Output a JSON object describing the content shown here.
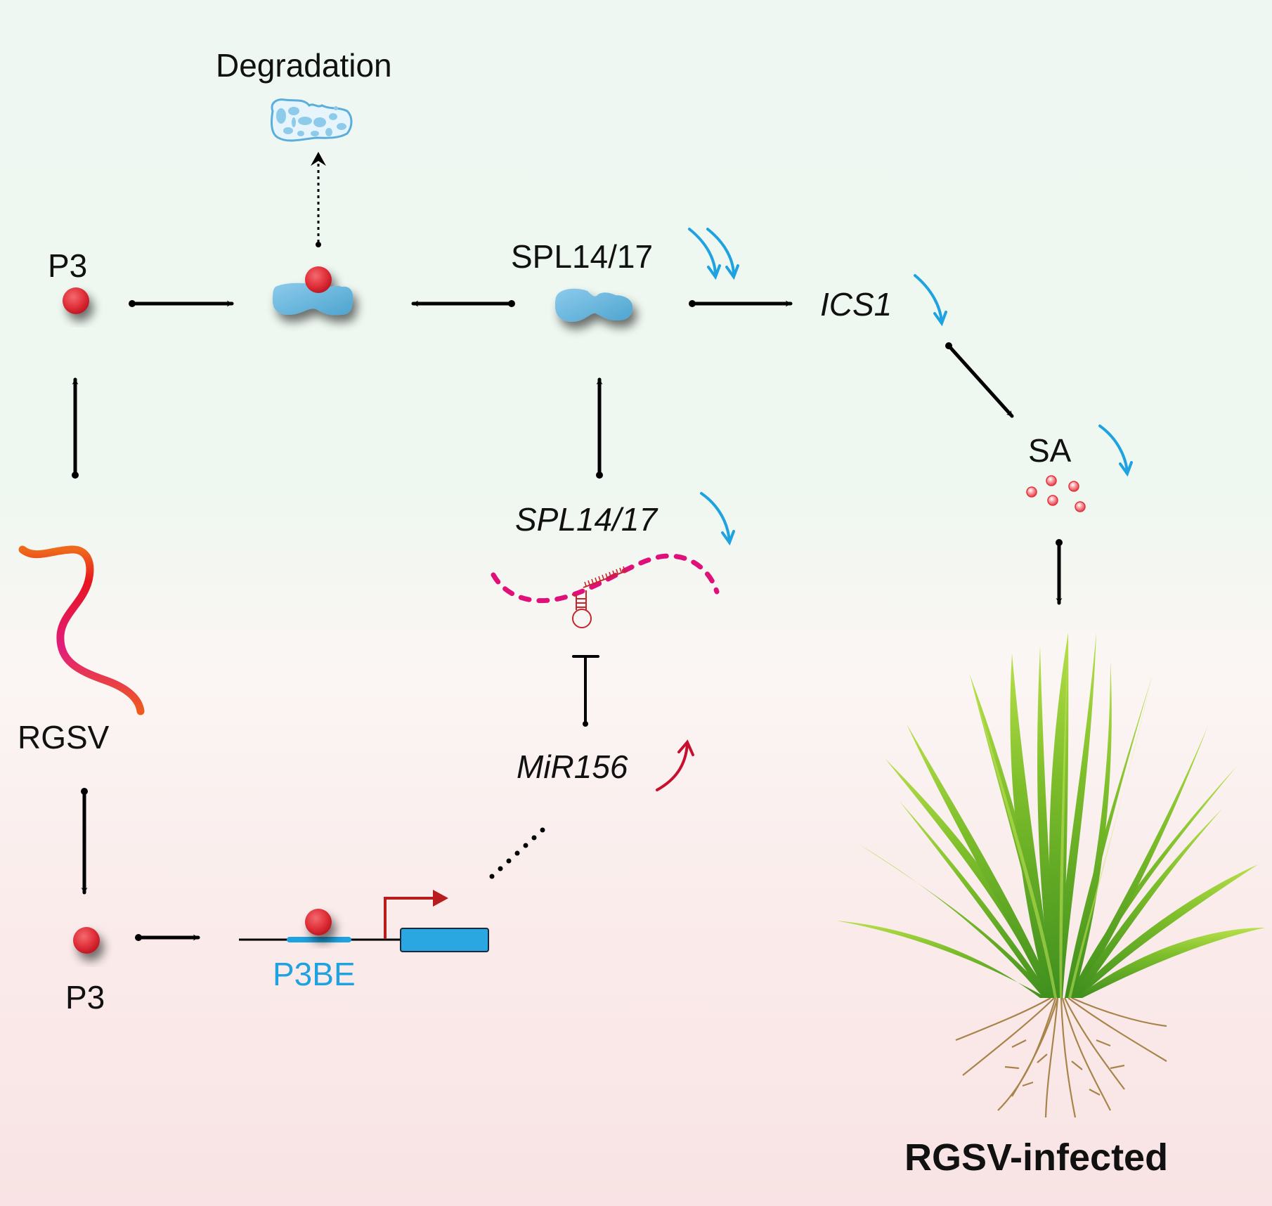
{
  "diagram": {
    "title_bottom": "RGSV-infected",
    "labels": {
      "degradation": "Degradation",
      "p3_top": "P3",
      "p3_bottom": "P3",
      "spl_protein": "SPL14/17",
      "spl_gene": "SPL14/17",
      "ics1": "ICS1",
      "sa": "SA",
      "rgsv": "RGSV",
      "mir156": "MiR156",
      "p3be": "P3BE"
    },
    "regulation": {
      "spl_protein": "strongly-down",
      "spl_gene": "down",
      "ics1": "down",
      "sa": "down",
      "mir156": "up"
    },
    "colors": {
      "down_arrow": "#1ea2e0",
      "up_arrow": "#c8102e",
      "p3_sphere": "#e8323c",
      "spl_protein": "#6fbde0",
      "mirna_target": "#e0107a",
      "promoter_element": "#1ea2e0",
      "gene_box": "#2aa6e0",
      "tss_arrow": "#b91c1c"
    },
    "relations": [
      {
        "from": "RGSV",
        "to": "P3 (top)",
        "type": "activation"
      },
      {
        "from": "P3 (top)",
        "to": "P3-SPL complex",
        "type": "activation"
      },
      {
        "from": "SPL14/17 protein",
        "to": "P3-SPL complex",
        "type": "activation"
      },
      {
        "from": "P3-SPL complex",
        "to": "Degradation",
        "type": "dotted"
      },
      {
        "from": "SPL14/17 protein",
        "to": "ICS1",
        "type": "activation"
      },
      {
        "from": "ICS1",
        "to": "SA",
        "type": "activation"
      },
      {
        "from": "SA",
        "to": "RGSV-infected",
        "type": "activation"
      },
      {
        "from": "SPL14/17 mRNA",
        "to": "SPL14/17 protein",
        "type": "activation"
      },
      {
        "from": "MiR156",
        "to": "SPL14/17 mRNA",
        "type": "inhibition"
      },
      {
        "from": "RGSV",
        "to": "P3 (bottom)",
        "type": "activation"
      },
      {
        "from": "P3 (bottom)",
        "to": "P3BE promoter",
        "type": "activation"
      },
      {
        "from": "promoter",
        "to": "MiR156",
        "type": "dotted"
      }
    ]
  }
}
